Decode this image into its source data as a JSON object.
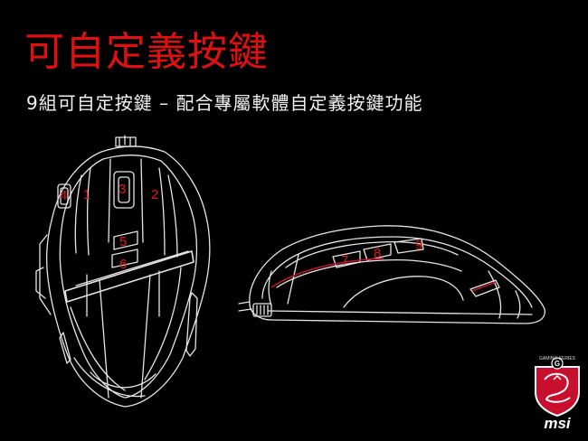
{
  "slide": {
    "title": "可自定義按鍵",
    "subtitle": "9組可自定按鍵 – 配合專屬軟體自定義按鍵功能"
  },
  "button_labels": {
    "b1": "1",
    "b2": "2",
    "b3": "3",
    "b4": "4",
    "b5": "5",
    "b6": "6",
    "b7": "7",
    "b8": "8",
    "b9": "9"
  },
  "logo": {
    "gaming_text": "GAMING SERIES",
    "g_letter": "G",
    "brand": "msi"
  },
  "colors": {
    "background": "#000000",
    "title": "#e01010",
    "subtitle": "#f2f2f2",
    "label": "#e01818",
    "outline": "#e8e8e8",
    "accent": "#c8102e"
  },
  "icons": {
    "logo": "dragon-shield-icon"
  }
}
